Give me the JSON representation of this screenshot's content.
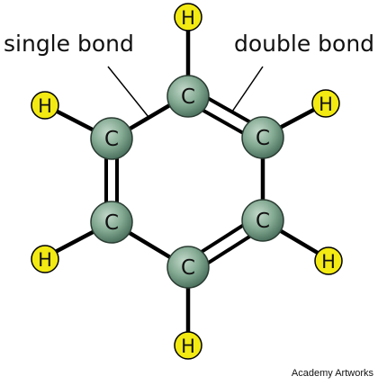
{
  "molecule": {
    "carbon_symbol": "C",
    "hydrogen_symbol": "H",
    "carbon_color": "#7aa28b",
    "hydrogen_color": "#f2ea12",
    "bond_color": "#000000"
  },
  "callouts": {
    "single": "single bond",
    "double": "double bond"
  },
  "credit": "Academy Artworks"
}
